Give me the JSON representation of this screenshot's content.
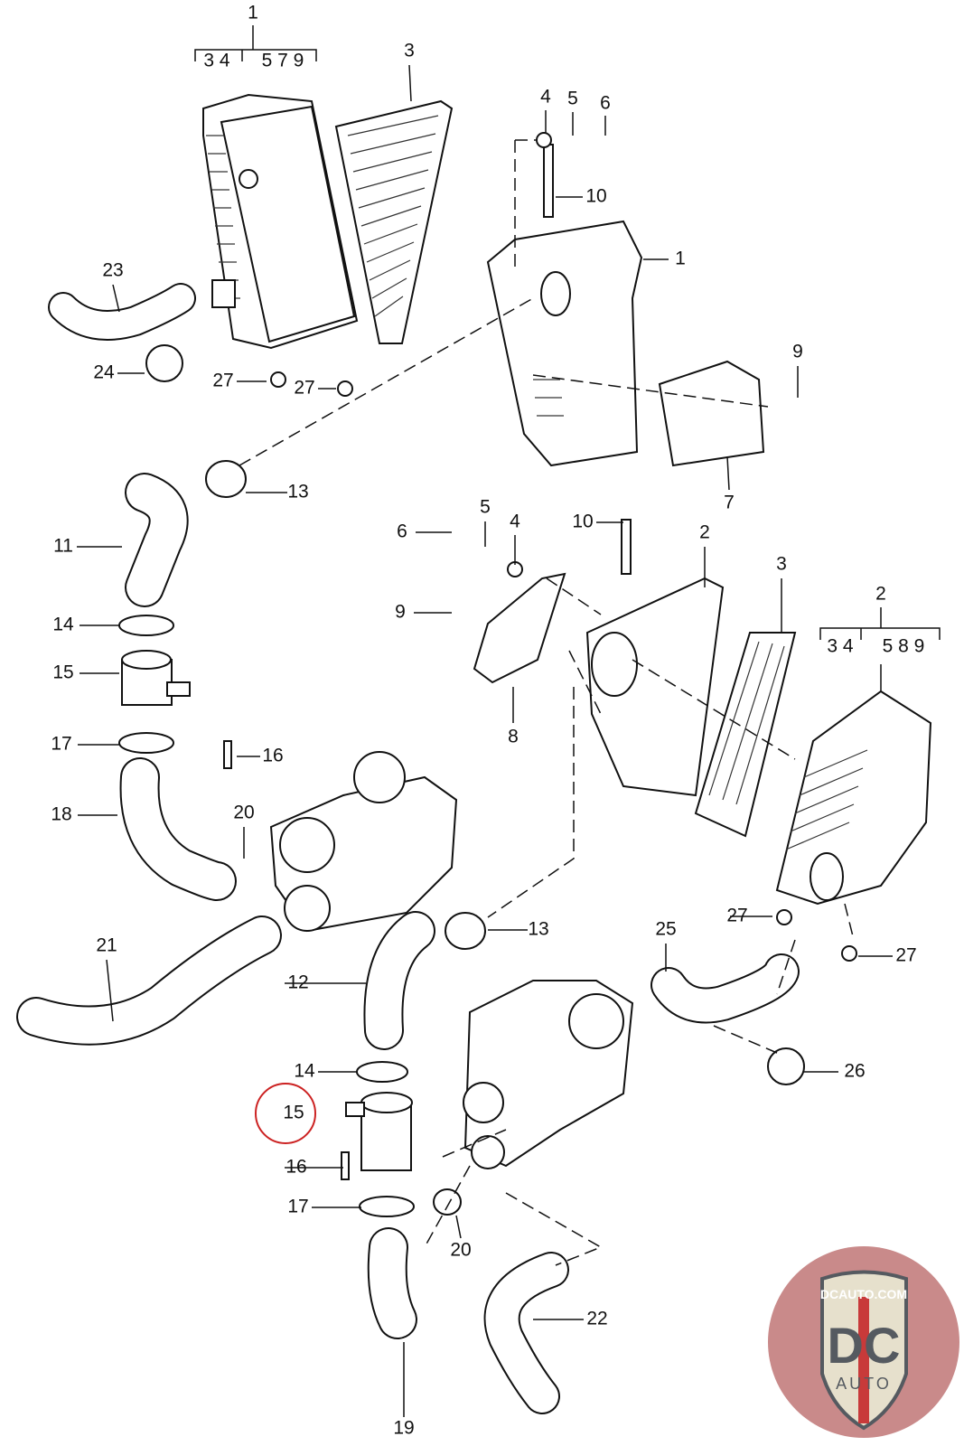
{
  "diagram": {
    "callouts": [
      "1",
      "3",
      "4",
      "5",
      "6",
      "10",
      "1",
      "23",
      "9",
      "24",
      "27",
      "27",
      "13",
      "7",
      "11",
      "5",
      "6",
      "4",
      "10",
      "2",
      "3",
      "2",
      "14",
      "9",
      "15",
      "17",
      "8",
      "16",
      "18",
      "20",
      "21",
      "13",
      "25",
      "27",
      "27",
      "12",
      "14",
      "26",
      "15",
      "16",
      "17",
      "20",
      "22",
      "19"
    ],
    "group_1": {
      "label": "1",
      "left": "3 4",
      "right": "5 7 9"
    },
    "group_2": {
      "label": "2",
      "left": "3 4",
      "right": "5 8 9"
    },
    "highlight": {
      "label": "15",
      "color": "#cc2222"
    }
  },
  "logo": {
    "text_top": "DCAUTO.COM",
    "text_main": "DC",
    "text_bottom": "AUTO",
    "colors": {
      "ring": "#c98a8a",
      "shield": "#e6e0cc",
      "letters": "#555a60",
      "stripe": "#c83a3a"
    }
  }
}
